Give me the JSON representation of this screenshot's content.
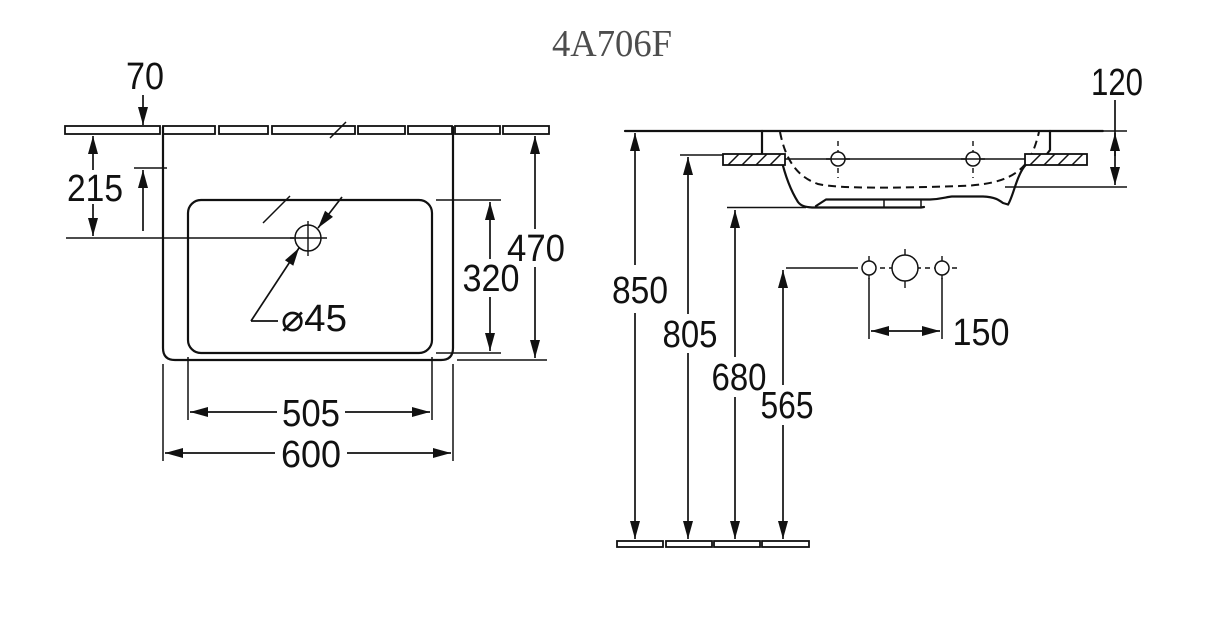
{
  "title": "4A706F",
  "plan_view": {
    "rear_offset": "70",
    "tap_hole_from_wall": "215",
    "bowl_depth": "320",
    "overall_depth": "470",
    "bowl_width": "505",
    "overall_width": "600",
    "tap_hole_diameter": "⌀45"
  },
  "elevation_view": {
    "front_edge_thickness": "120",
    "side_hole_spacing": "150",
    "rim_height": "850",
    "underside_height": "805",
    "drain_height": "680",
    "tap_line_height": "565"
  }
}
